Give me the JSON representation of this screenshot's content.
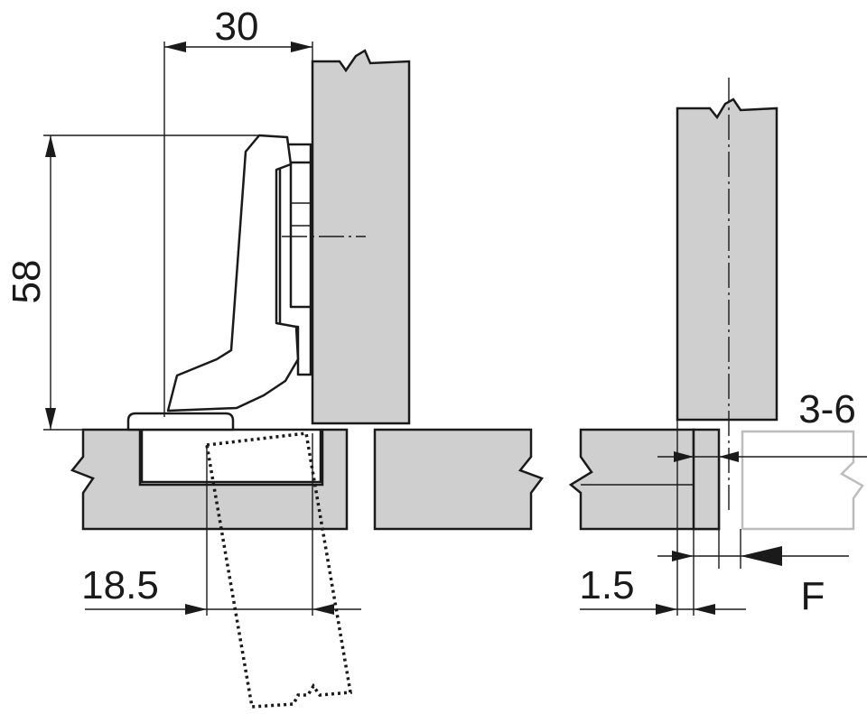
{
  "dimensions": {
    "width_30": "30",
    "height_58": "58",
    "offset_18_5": "18.5",
    "gap_3_6": "3-6",
    "gap_1_5": "1.5",
    "label_f": "F"
  }
}
